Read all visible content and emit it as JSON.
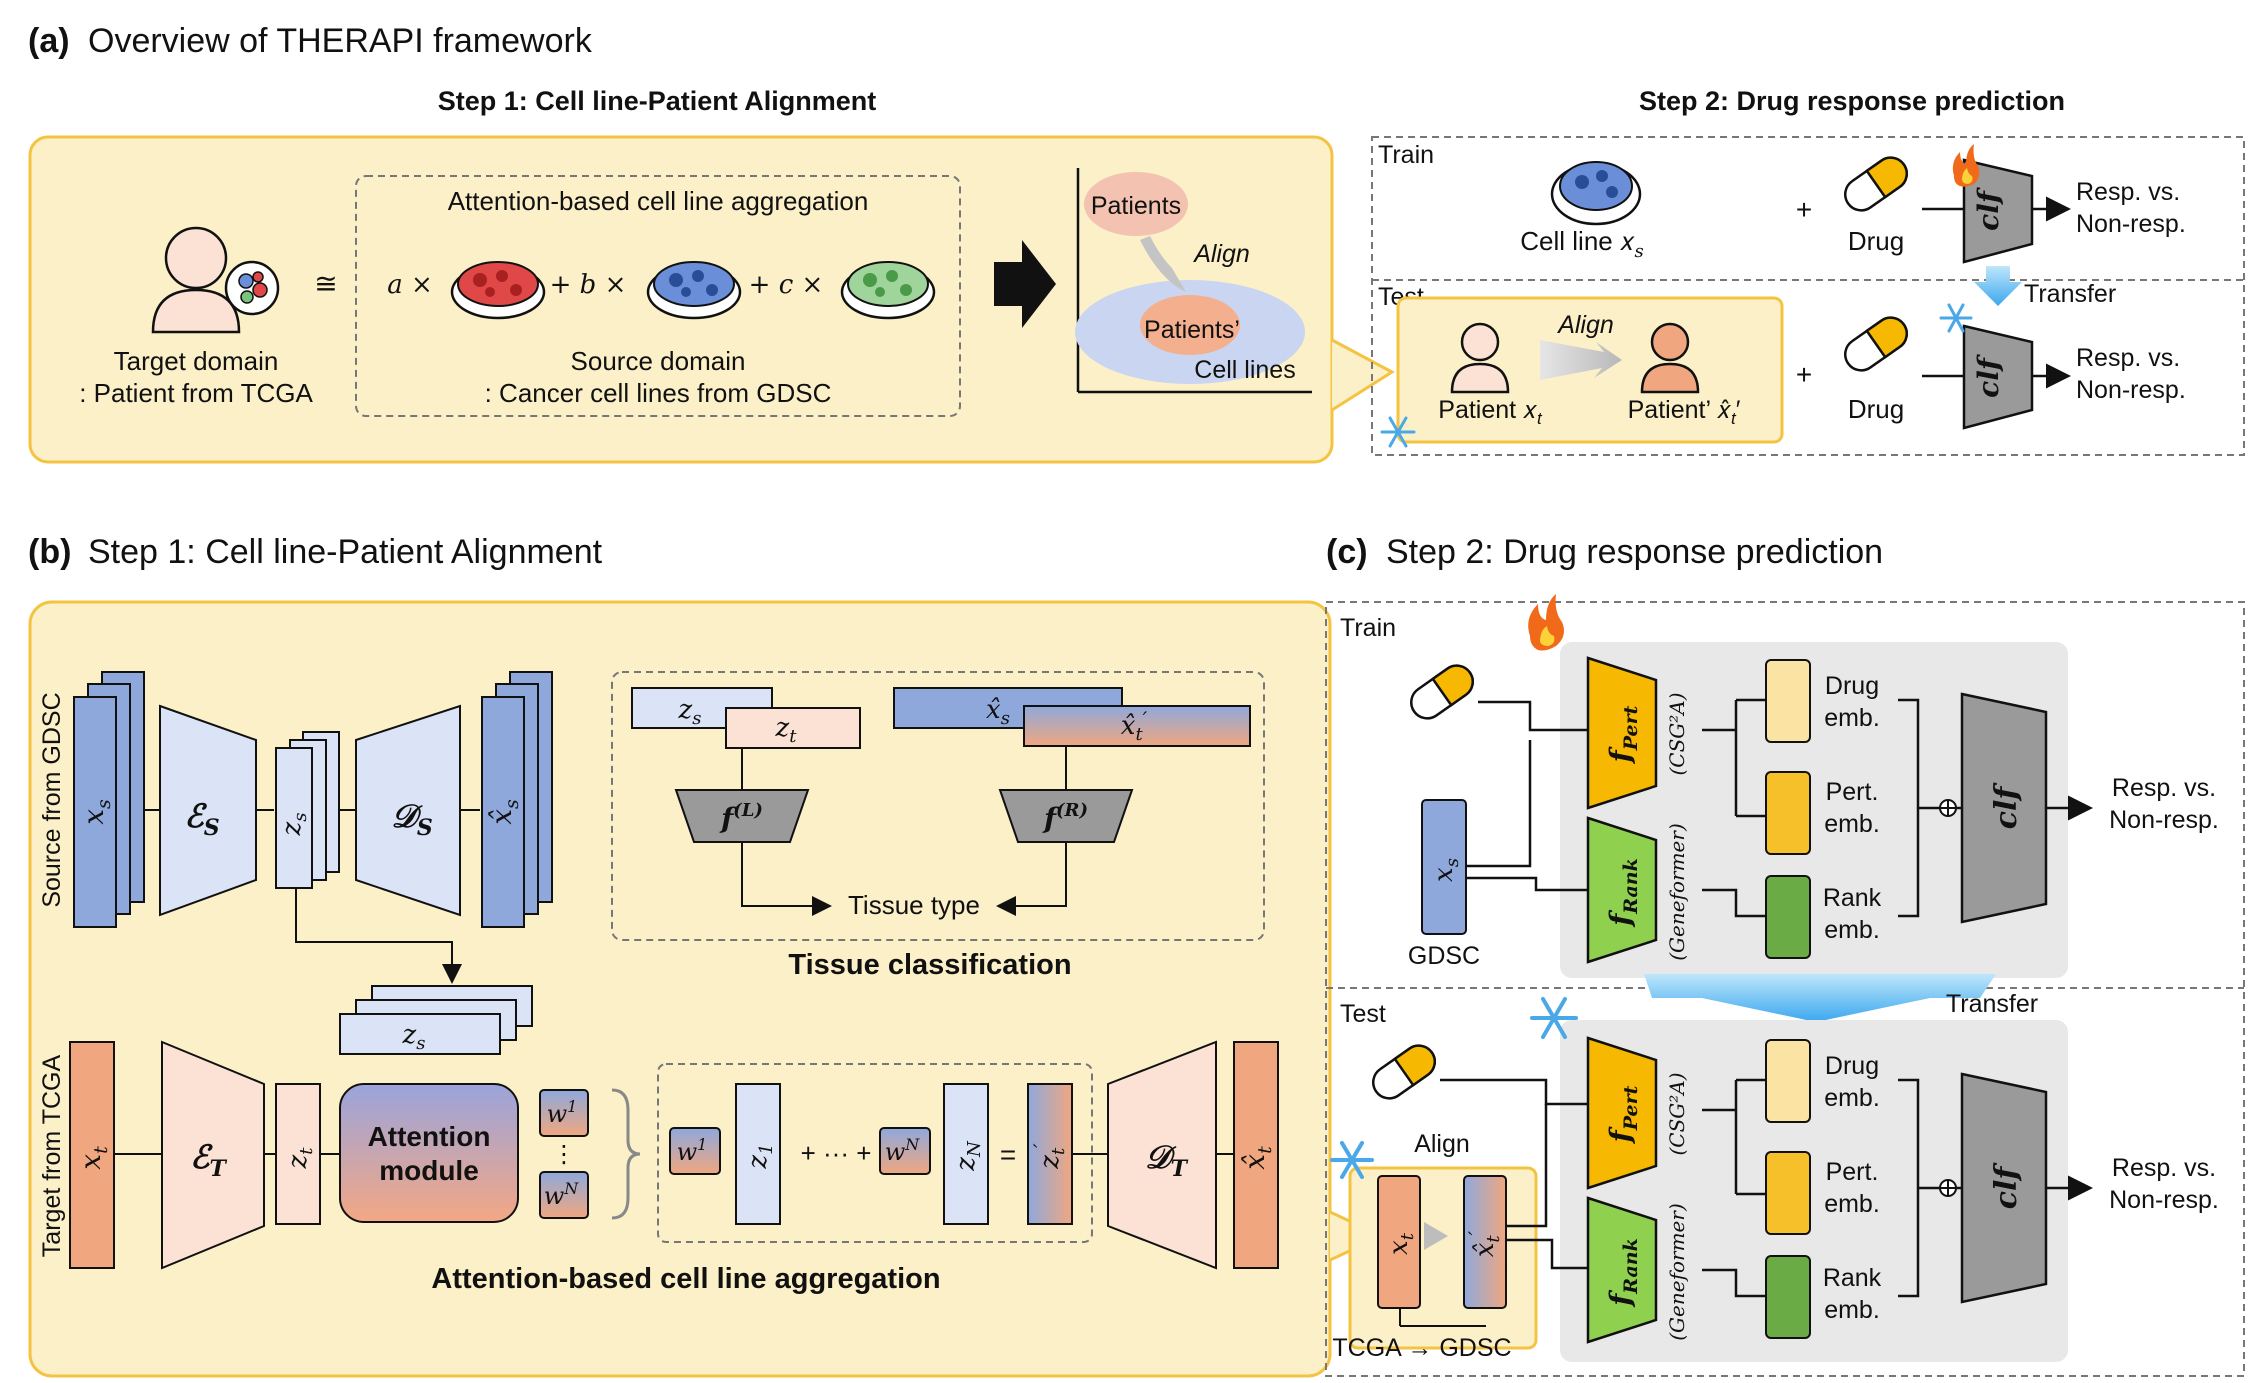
{
  "panel_a": {
    "label": "(a)",
    "title": "Overview of  THERAPI framework",
    "step1_title": "Step 1: Cell line-Patient Alignment",
    "step2_title": "Step 2: Drug response prediction",
    "aggregation_title": "Attention-based cell line aggregation",
    "target_domain_l1": "Target domain",
    "target_domain_l2": ": Patient from TCGA",
    "approx": "≅",
    "coef_a": "a ×",
    "coef_b": "+ b ×",
    "coef_c": "+ c ×",
    "source_domain_l1": "Source domain",
    "source_domain_l2": ": Cancer cell lines from GDSC",
    "plot_patients": "Patients",
    "plot_align": "Align",
    "plot_patients_prime": "Patients’",
    "plot_cell_lines": "Cell lines",
    "train": "Train",
    "test": "Test",
    "cell_line_xs": "Cell line 𝑥",
    "cell_line_xs_sub": "s",
    "plus": "+",
    "drug": "Drug",
    "clf": "clf",
    "resp_l1": "Resp. vs.",
    "resp_l2": "Non-resp.",
    "transfer": "Transfer",
    "align": "Align",
    "patient_xt": "Patient 𝑥",
    "patient_xt_sub": "t",
    "patient_prime": "Patient’ 𝑥̂",
    "patient_prime_sub": "t",
    "patient_prime_tail": "′"
  },
  "panel_b": {
    "label": "(b)",
    "title": "Step 1: Cell line-Patient Alignment",
    "source_side": "Source from GDSC",
    "target_side": "Target from TCGA",
    "xs": "x",
    "xs_sub": "s",
    "enc_s": "ℰ",
    "enc_s_sub": "S",
    "zs": "z",
    "zs_sub": "s",
    "dec_s": "𝒟",
    "dec_s_sub": "S",
    "xhat_s": "x̂",
    "xhat_s_sub": "s",
    "xt": "x",
    "xt_sub": "t",
    "enc_t": "ℰ",
    "enc_t_sub": "T",
    "zt": "z",
    "zt_sub": "t",
    "attn_l1": "Attention",
    "attn_l2": "module",
    "w1": "w",
    "w1_sup": "1",
    "wdots": "⋮",
    "wN": "w",
    "wN_sup": "N",
    "z1": "z",
    "z1_sub": "1",
    "sum_mid": "+ ··· +",
    "plus": "+",
    "zN": "z",
    "zN_sub": "N",
    "equals": "=",
    "zt_prime": "z",
    "zt_prime_sub": "t",
    "zt_prime_sup": "′",
    "dec_t": "𝒟",
    "dec_t_sub": "T",
    "xhat_t": "x̂",
    "xhat_t_sub": "t",
    "tissue_zs": "z",
    "tissue_zs_sub": "s",
    "tissue_zt": "z",
    "tissue_zt_sub": "t",
    "tissue_xhat_s": "x̂",
    "tissue_xhat_s_sub": "s",
    "tissue_xhat_t": "x̂",
    "tissue_xhat_t_sub": "t",
    "tissue_xhat_t_sup": "′",
    "fL": "f",
    "fL_sup": "(L)",
    "fR": "f",
    "fR_sup": "(R)",
    "tissue_type": "Tissue type",
    "tissue_classification": "Tissue classification",
    "aggregation_caption": "Attention-based cell line aggregation"
  },
  "panel_c": {
    "label": "(c)",
    "title": "Step 2: Drug response prediction",
    "train": "Train",
    "test": "Test",
    "transfer": "Transfer",
    "gdsc": "GDSC",
    "xs": "x",
    "xs_sub": "s",
    "f_pert": "f",
    "f_pert_sub": "Pert",
    "csg2a": "(CSG²A)",
    "f_rank": "f",
    "f_rank_sub": "Rank",
    "geneformer": "(Geneformer)",
    "drug_emb_l1": "Drug",
    "drug_emb_l2": "emb.",
    "pert_emb_l1": "Pert.",
    "pert_emb_l2": "emb.",
    "rank_emb_l1": "Rank",
    "rank_emb_l2": "emb.",
    "clf": "clf",
    "resp_l1": "Resp. vs.",
    "resp_l2": "Non-resp.",
    "align": "Align",
    "xt": "x",
    "xt_sub": "t",
    "xhat_t": "x̂",
    "xhat_t_sub": "t",
    "xhat_t_sup": "′",
    "tcga_gdsc": "TCGA → GDSC"
  },
  "colors": {
    "panel_bg": "#fbf0c8",
    "panel_border": "#f5c342",
    "blue_block": "#8fa8dc",
    "blue_light": "#dbe4f6",
    "orange_block": "#f0a77f",
    "peach": "#fbe2d4",
    "gray_clf": "#9a9a9a",
    "pert_yellow": "#f6b800",
    "rank_green": "#8fd14f",
    "drug_emb": "#fbe3a3",
    "pert_emb": "#f6c02a",
    "rank_emb": "#6aab45",
    "gray_box": "#e8e8e8"
  }
}
